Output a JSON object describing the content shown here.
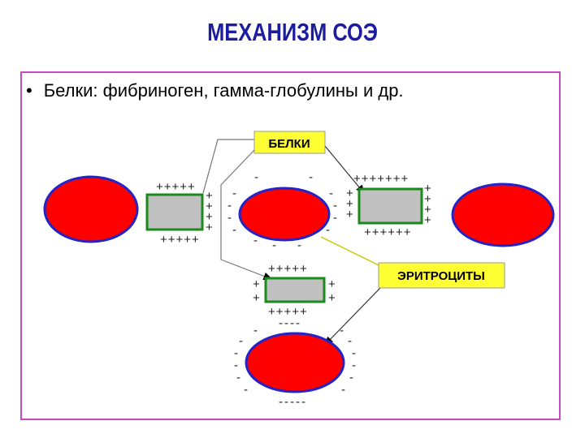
{
  "title": "МЕХАНИЗМ СОЭ",
  "bullet": {
    "marker": "•",
    "text": "Белки: фибриноген, гамма-глобулины и др."
  },
  "labels": {
    "proteins": "БЕЛКИ",
    "erythrocytes": "ЭРИТРОЦИТЫ"
  },
  "signs": {
    "plus_row_5": "+++++",
    "plus_row_7": "+++++++",
    "plus_row_6": "++++++",
    "minus_row_4": "----",
    "minus_row_5": "-----",
    "plus": "+",
    "minus": "-"
  },
  "colors": {
    "title": "#1c1ca0",
    "frame": "#c64ac6",
    "cell_fill": "#ff0000",
    "cell_border": "#2323c8",
    "protein_fill": "#c0c0c0",
    "protein_border": "#1a8a1a",
    "label_fill": "#ffff33"
  }
}
